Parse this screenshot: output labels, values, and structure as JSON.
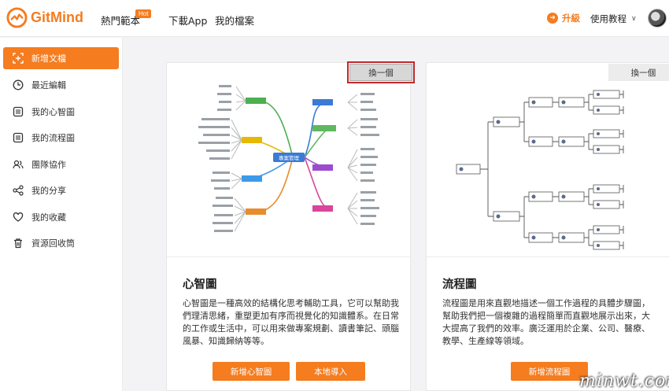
{
  "brand": {
    "name": "GitMind",
    "color": "#f57c1f"
  },
  "nav": {
    "templates": "熱門範本",
    "hot_badge": "Hot",
    "download": "下載App",
    "my_files": "我的檔案"
  },
  "header_right": {
    "upgrade": "升級",
    "tutorial": "使用教程"
  },
  "sidebar": {
    "items": [
      {
        "label": "新增文檔",
        "icon": "add-doc-icon"
      },
      {
        "label": "最近編輯",
        "icon": "clock-icon"
      },
      {
        "label": "我的心智圖",
        "icon": "document-icon"
      },
      {
        "label": "我的流程圖",
        "icon": "document-icon"
      },
      {
        "label": "團隊協作",
        "icon": "team-icon"
      },
      {
        "label": "我的分享",
        "icon": "share-icon"
      },
      {
        "label": "我的收藏",
        "icon": "heart-icon"
      },
      {
        "label": "資源回收筒",
        "icon": "trash-icon"
      }
    ]
  },
  "cards": {
    "mindmap": {
      "switch": "換一個",
      "center_node": "專案管理",
      "title": "心智圖",
      "description": "心智圖是一種高效的結構化思考輔助工具，它可以幫助我們理清思緒，重塑更加有序而視覺化的知識體系。在日常的工作或生活中，可以用來做專案規劃、讀書筆記、頭腦風暴、知識歸納等等。",
      "btn_new": "新增心智圖",
      "btn_import": "本地導入"
    },
    "flowchart": {
      "switch": "換一個",
      "title": "流程圖",
      "description": "流程圖是用來直觀地描述一個工作過程的具體步驟圖，幫助我們把一個複雜的過程簡單而直觀地展示出來，大大提高了我們的效率。廣泛運用於企業、公司、醫療、教學、生產線等領域。",
      "btn_new": "新增流程圖"
    }
  },
  "watermark": "minwt.com"
}
